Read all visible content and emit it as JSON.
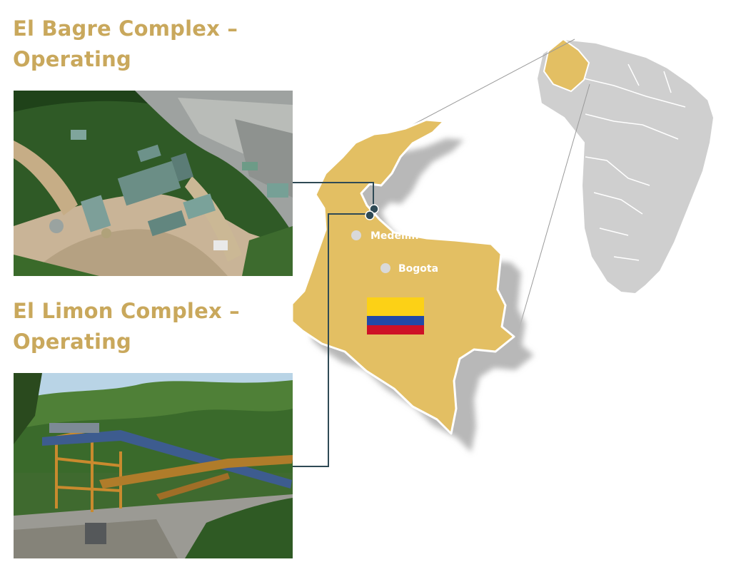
{
  "sites": [
    {
      "title_line1": "El Bagre Complex –",
      "title_line2": "Operating",
      "photo": "aerial-mine-site-photo"
    },
    {
      "title_line1": "El Limon Complex –",
      "title_line2": "Operating",
      "photo": "processing-plant-conveyor-photo"
    }
  ],
  "map": {
    "cities": [
      {
        "name": "Medellin"
      },
      {
        "name": "Bogota"
      }
    ],
    "flag": "colombia-flag",
    "inset": "south-america-map",
    "colors": {
      "highlight": "#e3bf63",
      "land": "#cfcfcf",
      "shadow": "#b9b9b9",
      "title": "#c9a85c",
      "connector": "#2f4a55",
      "city_dot": "#d9d9d9",
      "flag_yellow": "#fcd116",
      "flag_blue": "#2149a7",
      "flag_red": "#ce1126"
    }
  }
}
